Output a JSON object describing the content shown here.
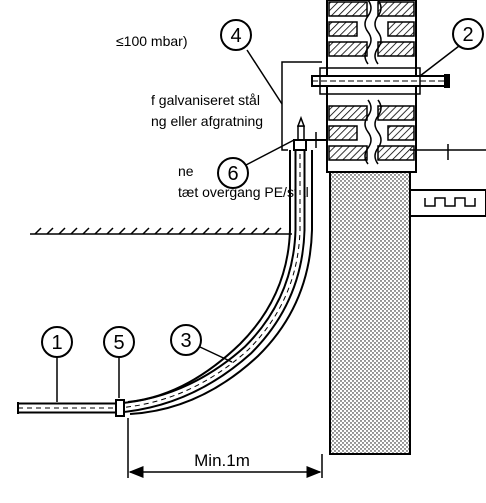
{
  "legend": {
    "line1": "≤100 mbar)",
    "line2": "f galvaniseret stål",
    "line3": "ng eller afgratning",
    "line4": "ne",
    "line5": "tæt overgang PE/stål"
  },
  "callouts": [
    "1",
    "2",
    "3",
    "4",
    "5",
    "6"
  ],
  "dimension": {
    "label": "Min.1m"
  }
}
